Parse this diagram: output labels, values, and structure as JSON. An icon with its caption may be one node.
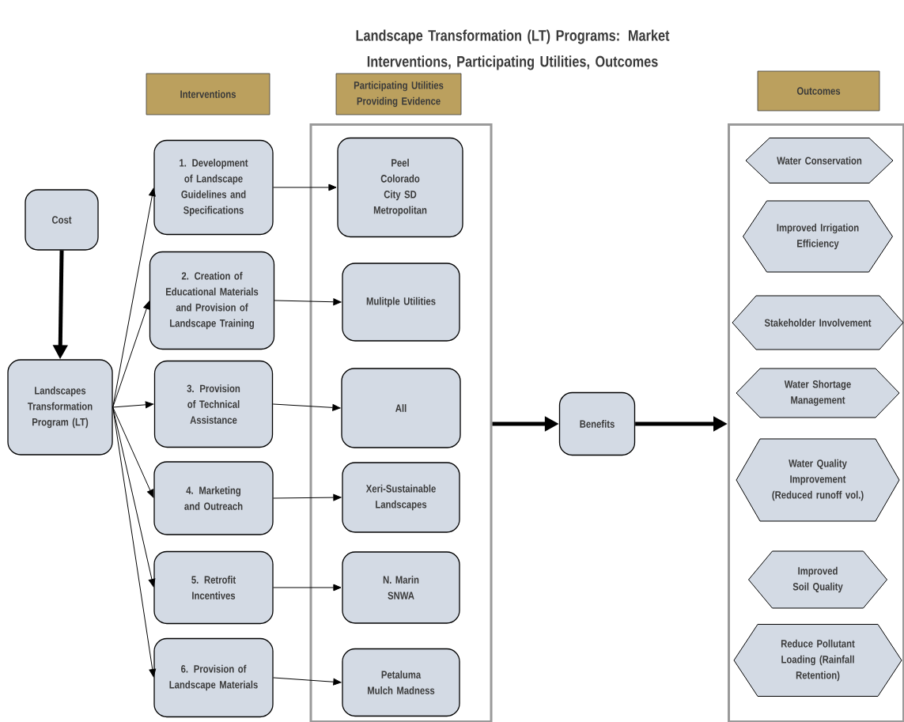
{
  "diagram": {
    "title": "Landscape Transformation (LT) Programs: Market Interventions, Participating Utilities, Outcomes",
    "nodes": [
      {
        "text": [
          "Interventions"
        ]
      },
      {
        "text": [
          "Participating Utilities Providing Evidence"
        ]
      },
      {
        "text": [
          "Outcomes"
        ]
      },
      {
        "text": [
          "Cost"
        ]
      },
      {
        "text": [
          "Landscapes Transformation Program (LT)"
        ]
      },
      {
        "text": [
          "1. Development of Landscape Guidelines and Specifications"
        ]
      },
      {
        "text": [
          "2. Creation of Educational Materials and Provision of Landscape Training"
        ]
      },
      {
        "text": [
          "3. Provision of Technical Assistance"
        ]
      },
      {
        "text": [
          "4. Marketing and Outreach"
        ]
      },
      {
        "text": [
          "5. Retrofit Incentives"
        ]
      },
      {
        "text": [
          "6. Provision of Landscape Materials"
        ]
      },
      {
        "text": [],
        "shape": "box"
      },
      {
        "text": [
          "Peel",
          "Colorado",
          "City SD",
          "Metropolitan"
        ],
        "in": 11
      },
      {
        "text": [
          "Mulitple Utilities"
        ],
        "in": 11
      },
      {
        "text": [
          "All"
        ],
        "in": 11
      },
      {
        "text": [
          "Xeri-Sustainable Landscapes"
        ],
        "in": 11
      },
      {
        "text": [
          "N. Marin",
          "SNWA"
        ],
        "in": 11
      },
      {
        "text": [
          "Petaluma",
          "Mulch Madness"
        ],
        "in": 11
      },
      {
        "text": [
          "Benefits"
        ]
      },
      {
        "text": [],
        "shape": "box"
      },
      {
        "text": [
          "Water Conservation"
        ],
        "in": 19
      },
      {
        "text": [
          "Improved Irrigation Efficiency"
        ],
        "in": 19
      },
      {
        "text": [
          "Stakeholder Involvement"
        ],
        "in": 19
      },
      {
        "text": [
          "Water Shortage Management"
        ],
        "in": 19
      },
      {
        "text": [
          "Water Quality Improvement (Reduced  runoff vol.)"
        ],
        "in": 19
      },
      {
        "text": [
          "Improved Soil Quality"
        ],
        "in": 19
      },
      {
        "text": [
          "Reduce Pollutant Loading (Rainfall Retention)"
        ],
        "in": 19
      }
    ],
    "edges": [
      {
        "from": 3,
        "to": 4,
        "arrow": "to",
        "style": "thick"
      },
      {
        "from": 4,
        "to": 5,
        "arrow": "to"
      },
      {
        "from": 4,
        "to": 6,
        "arrow": "to"
      },
      {
        "from": 4,
        "to": 7,
        "arrow": "to"
      },
      {
        "from": 4,
        "to": 8,
        "arrow": "to"
      },
      {
        "from": 4,
        "to": 9,
        "arrow": "to"
      },
      {
        "from": 4,
        "to": 10,
        "arrow": "to"
      },
      {
        "from": 5,
        "to": 12,
        "arrow": "to"
      },
      {
        "from": 6,
        "to": 13,
        "arrow": "to"
      },
      {
        "from": 7,
        "to": 14,
        "arrow": "to"
      },
      {
        "from": 8,
        "to": 15,
        "arrow": "to"
      },
      {
        "from": 9,
        "to": 16,
        "arrow": "to"
      },
      {
        "from": 10,
        "to": 17,
        "arrow": "to"
      },
      {
        "from": 11,
        "to": 18,
        "arrow": "to",
        "style": "thick"
      },
      {
        "from": 18,
        "to": 19,
        "arrow": "to",
        "style": "thick"
      }
    ]
  }
}
